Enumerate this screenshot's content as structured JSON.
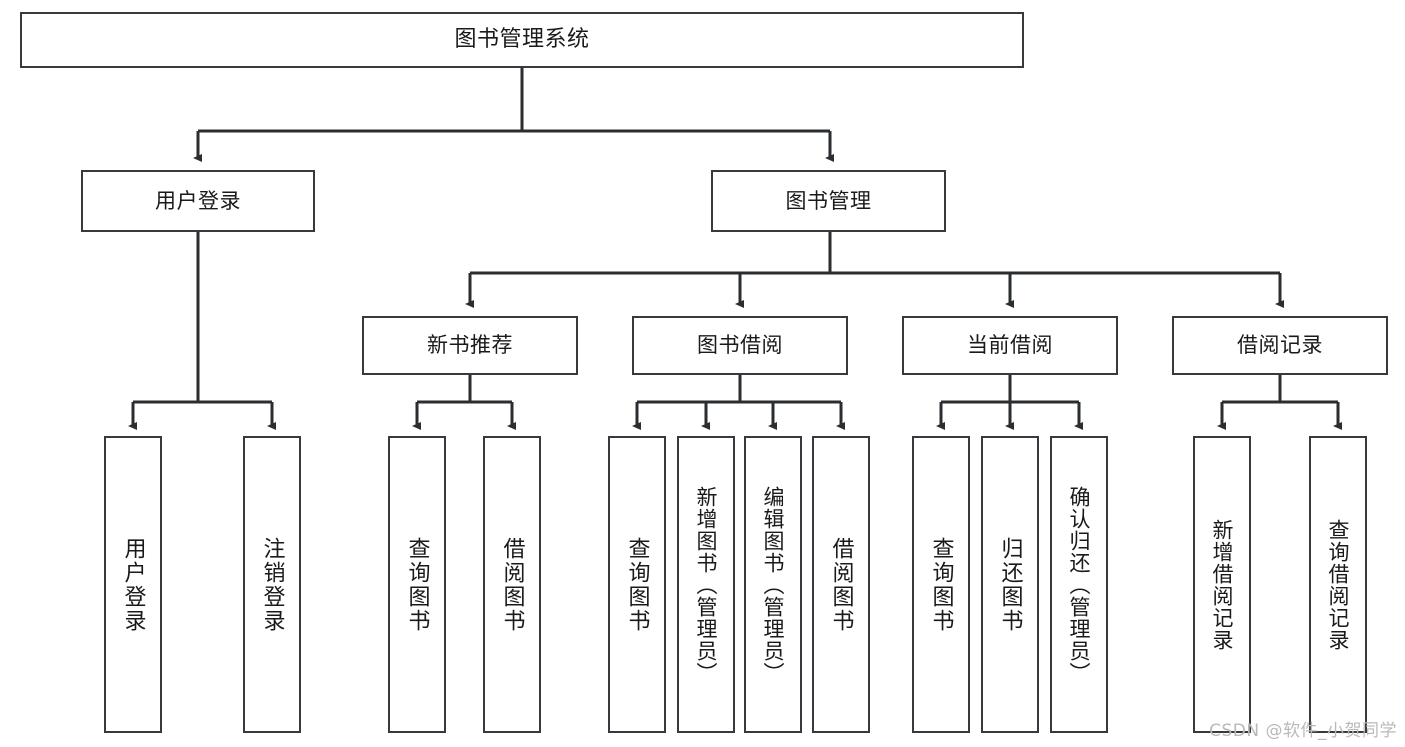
{
  "diagram": {
    "title": "图书管理系统",
    "root": {
      "id": "root",
      "label": "图书管理系统"
    },
    "level2": [
      {
        "id": "user-login",
        "label": "用户登录"
      },
      {
        "id": "book-manage",
        "label": "图书管理"
      }
    ],
    "level3": [
      {
        "id": "new-book-recommend",
        "label": "新书推荐"
      },
      {
        "id": "book-borrow",
        "label": "图书借阅"
      },
      {
        "id": "current-borrow",
        "label": "当前借阅"
      },
      {
        "id": "borrow-record",
        "label": "借阅记录"
      }
    ],
    "leaves": [
      {
        "id": "leaf-user-login",
        "label": "用户登录",
        "parent": "user-login"
      },
      {
        "id": "leaf-user-logout",
        "label": "注销登录",
        "parent": "user-login"
      },
      {
        "id": "leaf-query-book-1",
        "label": "查询图书",
        "parent": "new-book-recommend"
      },
      {
        "id": "leaf-borrow-book-1",
        "label": "借阅图书",
        "parent": "new-book-recommend"
      },
      {
        "id": "leaf-query-book-2",
        "label": "查询图书",
        "parent": "book-borrow"
      },
      {
        "id": "leaf-add-book",
        "label": "新增图书（管理员）",
        "parent": "book-borrow"
      },
      {
        "id": "leaf-edit-book",
        "label": "编辑图书（管理员）",
        "parent": "book-borrow"
      },
      {
        "id": "leaf-borrow-book-2",
        "label": "借阅图书",
        "parent": "book-borrow"
      },
      {
        "id": "leaf-query-book-3",
        "label": "查询图书",
        "parent": "current-borrow"
      },
      {
        "id": "leaf-return-book",
        "label": "归还图书",
        "parent": "current-borrow"
      },
      {
        "id": "leaf-confirm-return",
        "label": "确认归还（管理员）",
        "parent": "current-borrow"
      },
      {
        "id": "leaf-add-record",
        "label": "新增借阅记录",
        "parent": "borrow-record"
      },
      {
        "id": "leaf-query-record",
        "label": "查询借阅记录",
        "parent": "borrow-record"
      }
    ]
  },
  "watermark": "CSDN @软件_小贺同学",
  "colors": {
    "stroke": "#36393d",
    "box_fill": "#ffffff",
    "text": "#1a1a1a",
    "watermark": "#b9b9b9"
  }
}
